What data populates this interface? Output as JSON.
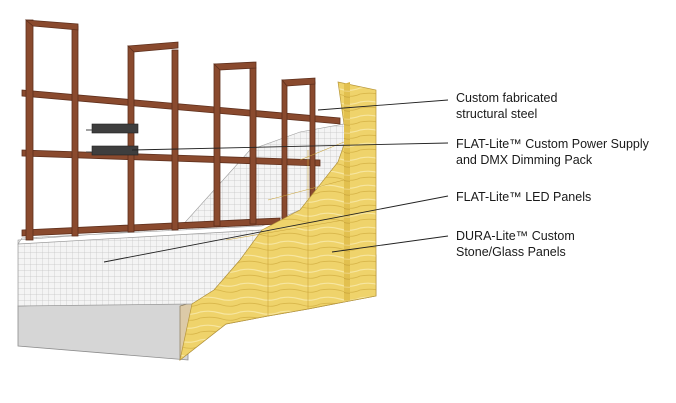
{
  "callouts": [
    {
      "line1": "Custom fabricated",
      "line2": "structural steel"
    },
    {
      "line1": "FLAT-Lite™ Custom Power Supply",
      "line2": "and DMX Dimming Pack"
    },
    {
      "line1": "FLAT-Lite™ LED Panels",
      "line2": ""
    },
    {
      "line1": "DURA-Lite™ Custom",
      "line2": "Stone/Glass Panels"
    }
  ],
  "colors": {
    "steel": "#8a4a2e",
    "steel_dark": "#5e2f1c",
    "stone_panel": "#efd36b",
    "stone_panel_dark": "#d9b84a",
    "led_grid": "#e6e6e6",
    "concrete": "#c8c8c8",
    "masonry": "#d8c7a6"
  }
}
